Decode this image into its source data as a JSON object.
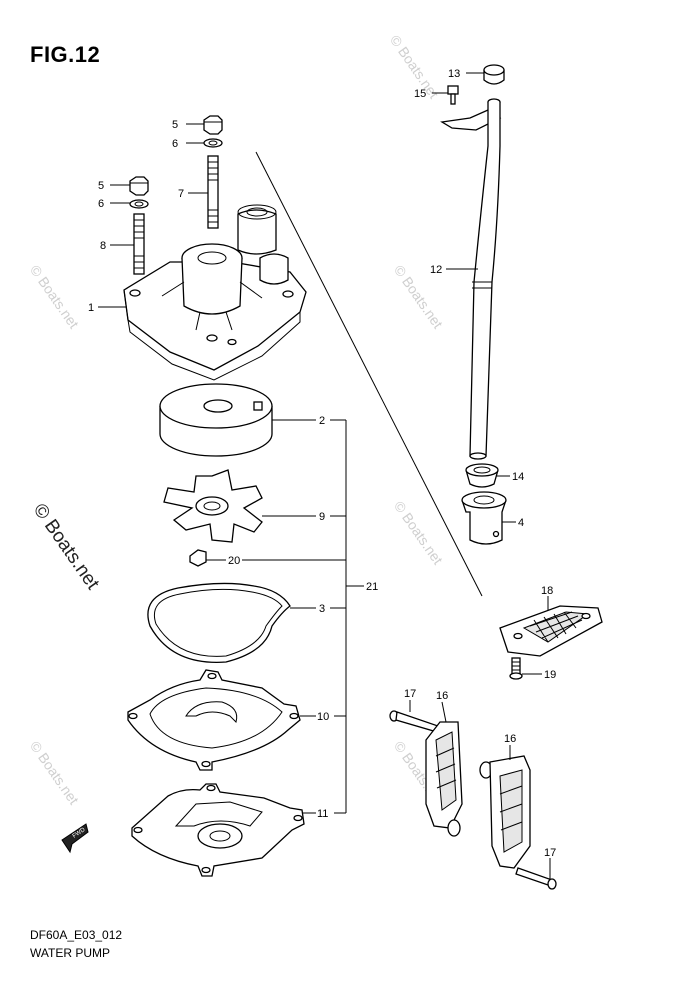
{
  "figure_title": "FIG.12",
  "diagram_code": "DF60A_E03_012",
  "diagram_name": "WATER PUMP",
  "watermark": "© Boats.net",
  "fwd_label": "FWD",
  "callouts": {
    "c1": "1",
    "c2": "2",
    "c3": "3",
    "c4": "4",
    "c5a": "5",
    "c5b": "5",
    "c6a": "6",
    "c6b": "6",
    "c7": "7",
    "c8": "8",
    "c9": "9",
    "c10": "10",
    "c11": "11",
    "c12": "12",
    "c13": "13",
    "c14": "14",
    "c15": "15",
    "c16a": "16",
    "c16b": "16",
    "c17a": "17",
    "c17b": "17",
    "c18": "18",
    "c19": "19",
    "c20": "20",
    "c21": "21"
  }
}
